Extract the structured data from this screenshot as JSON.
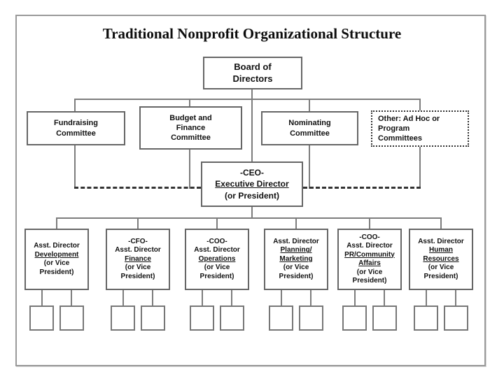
{
  "title": "Traditional Nonprofit Organizational Structure",
  "colors": {
    "background": "#ffffff",
    "box_border": "#666666",
    "connector_line": "#7d7d7d",
    "dashed_line": "#333333",
    "frame_border": "#9a9a9a",
    "text": "#111111"
  },
  "board": {
    "lines": [
      {
        "text": "Board of"
      },
      {
        "text": "Directors"
      }
    ]
  },
  "committees": [
    {
      "id": "fundraising",
      "border": "solid",
      "lines": [
        {
          "text": "Fundraising"
        },
        {
          "text": "Committee"
        }
      ]
    },
    {
      "id": "budget-finance",
      "border": "solid",
      "lines": [
        {
          "text": "Budget and"
        },
        {
          "text": "Finance"
        },
        {
          "text": "Committee"
        }
      ]
    },
    {
      "id": "nominating",
      "border": "solid",
      "lines": [
        {
          "text": "Nominating"
        },
        {
          "text": "Committee"
        }
      ]
    },
    {
      "id": "other-adhoc",
      "border": "dotted",
      "lines": [
        {
          "text": "Other: Ad Hoc or"
        },
        {
          "text": "Program"
        },
        {
          "text": "Committees"
        }
      ]
    }
  ],
  "ceo": {
    "lines": [
      {
        "text": "-CEO-"
      },
      {
        "text": "Executive Director",
        "underline": true
      },
      {
        "text": "(or President)"
      }
    ]
  },
  "directors": [
    {
      "id": "development",
      "lines": [
        {
          "text": "Asst. Director"
        },
        {
          "text": "Development",
          "underline": true
        },
        {
          "text": "(or Vice"
        },
        {
          "text": "President)"
        }
      ]
    },
    {
      "id": "finance",
      "lines": [
        {
          "text": "-CFO-"
        },
        {
          "text": "Asst. Director"
        },
        {
          "text": "Finance",
          "underline": true
        },
        {
          "text": "(or Vice"
        },
        {
          "text": "President)"
        }
      ]
    },
    {
      "id": "operations",
      "lines": [
        {
          "text": "-COO-"
        },
        {
          "text": "Asst. Director"
        },
        {
          "text": "Operations",
          "underline": true
        },
        {
          "text": "(or Vice"
        },
        {
          "text": "President)"
        }
      ]
    },
    {
      "id": "planning-marketing",
      "lines": [
        {
          "text": "Asst. Director"
        },
        {
          "text": "Planning/",
          "underline": true
        },
        {
          "text": "Marketing",
          "underline": true
        },
        {
          "text": "(or Vice"
        },
        {
          "text": "President)"
        }
      ]
    },
    {
      "id": "pr-community-affairs",
      "lines": [
        {
          "text": "-COO-"
        },
        {
          "text": "Asst. Director"
        },
        {
          "text": "PR/Community",
          "underline": true
        },
        {
          "text": "Affairs",
          "underline": true
        },
        {
          "text": "(or Vice"
        },
        {
          "text": "President)"
        }
      ]
    },
    {
      "id": "human-resources",
      "lines": [
        {
          "text": "Asst. Director"
        },
        {
          "text": "Human",
          "underline": true
        },
        {
          "text": "Resources",
          "underline": true
        },
        {
          "text": "(or Vice"
        },
        {
          "text": "President)"
        }
      ]
    }
  ],
  "staff_boxes_per_director": 2,
  "staff_box_label": ""
}
